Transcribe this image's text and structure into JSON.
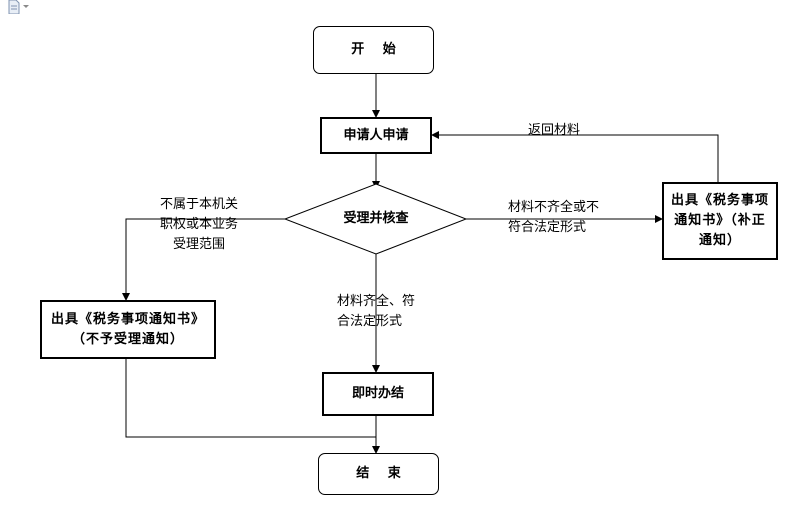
{
  "diagram": {
    "start": "开 始",
    "apply": "申请人申请",
    "review": "受理并核查",
    "notice_correction": "出具《税务事项通知书》（补正通知）",
    "notice_reject": "出具《税务事项通知书》（不予受理通知）",
    "immediate": "即时办结",
    "end": "结 束",
    "label_return": "返回材料",
    "label_incomplete": "材料不齐全或不\n符合法定形式",
    "label_out_scope": "不属于本机关\n职权或本业务\n受理范围",
    "label_complete": "材料齐全、符\n合法定形式"
  }
}
